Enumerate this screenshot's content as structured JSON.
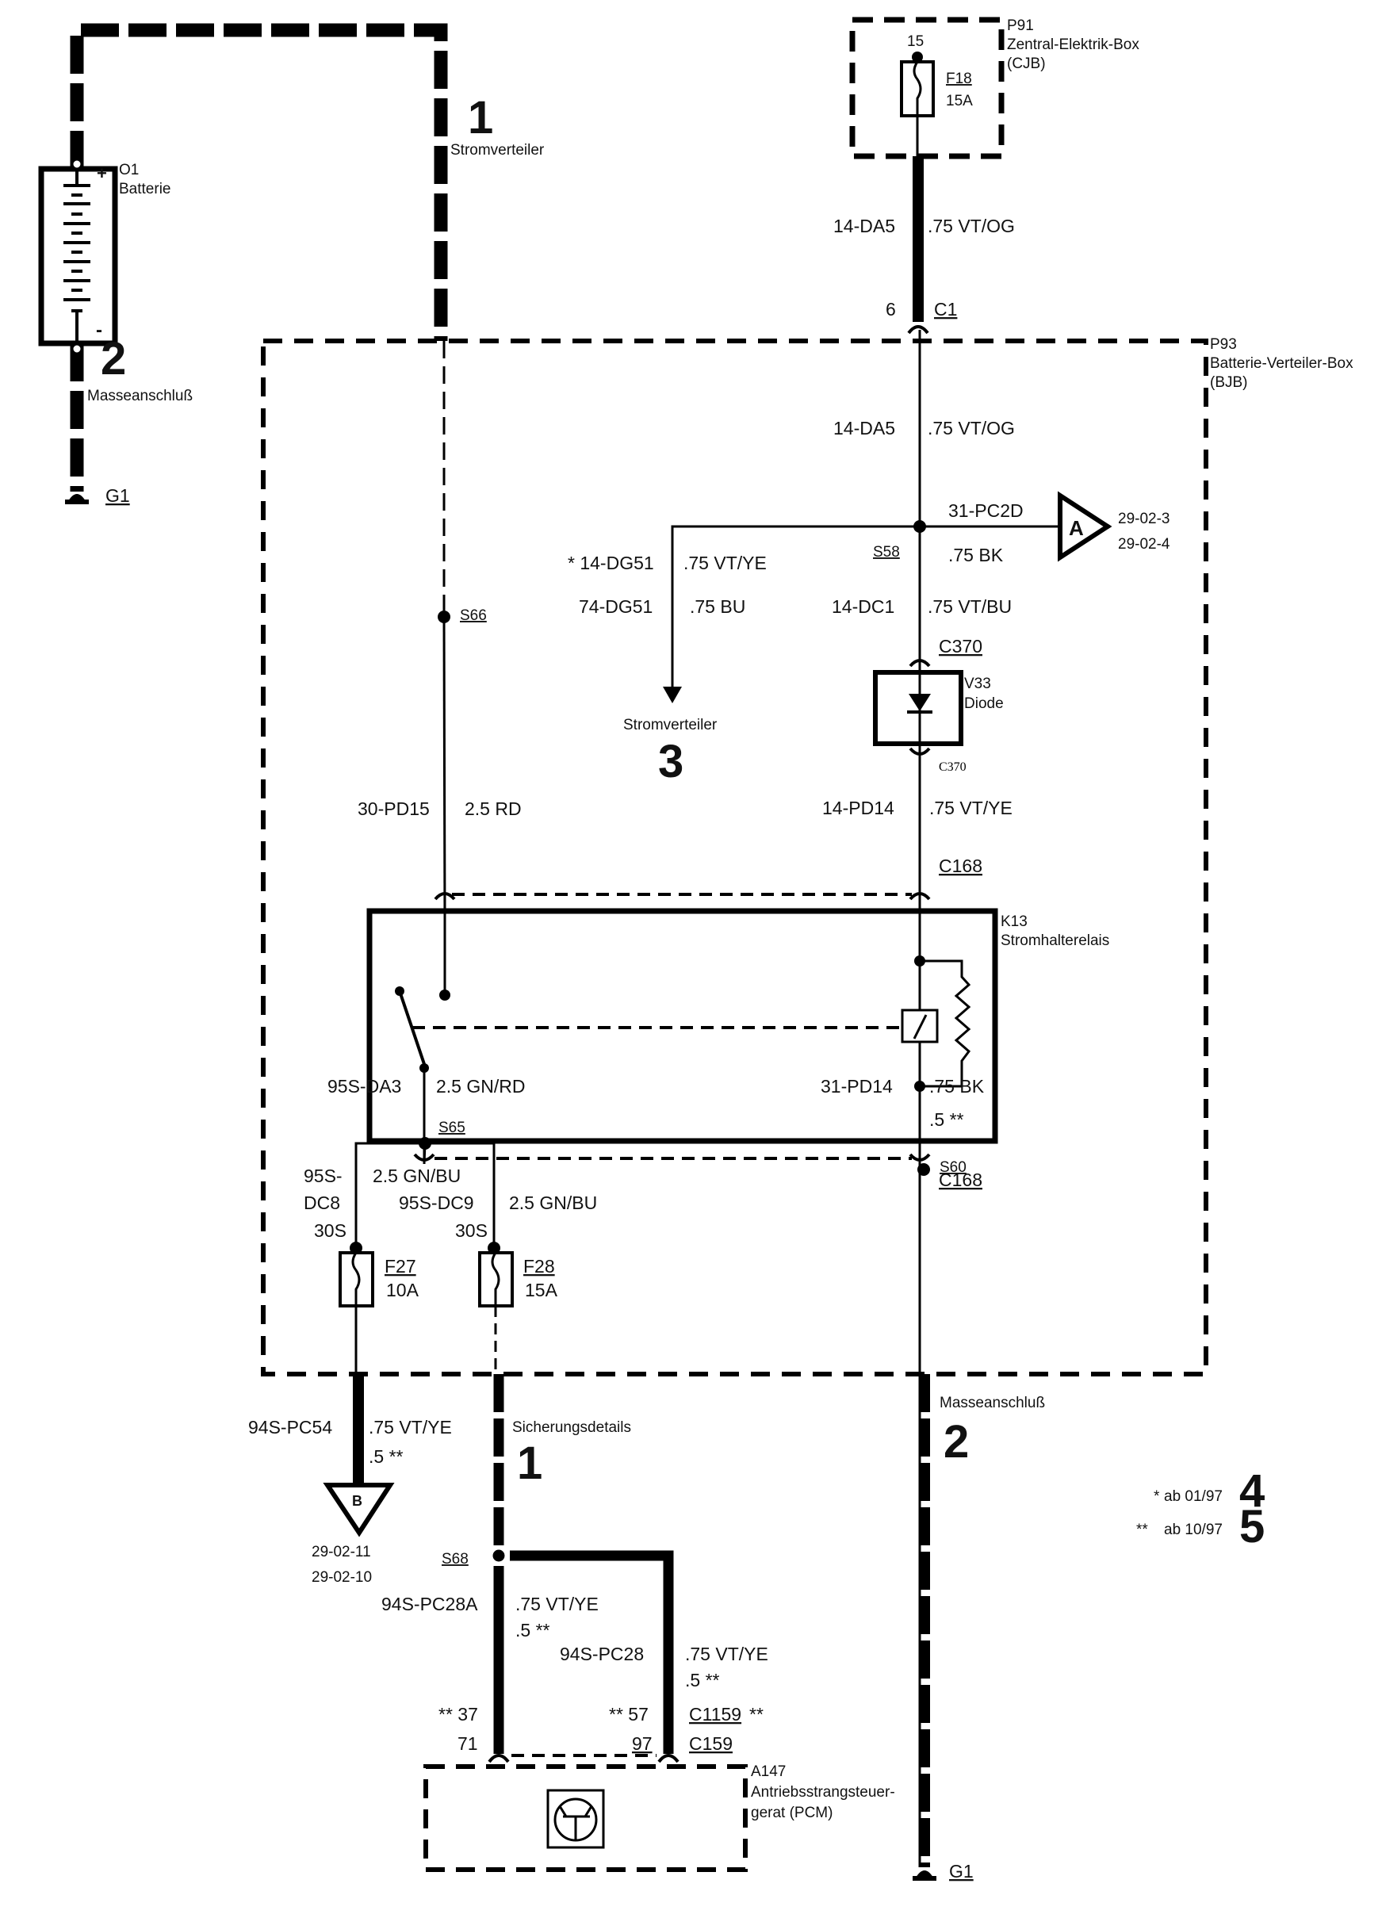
{
  "diagram": {
    "type": "wiring-diagram",
    "language": "de",
    "colors": {
      "ink": "#000000",
      "background": "#ffffff"
    },
    "components": {
      "battery": {
        "id": "O1",
        "name": "Batterie",
        "plus": "+",
        "minus": "-"
      },
      "cjb": {
        "id": "P91",
        "name": "Zentral-Elektrik-Box",
        "abbr": "(CJB)",
        "pin": "15",
        "fuse": {
          "id": "F18",
          "rating": "15A"
        }
      },
      "bjb": {
        "id": "P93",
        "name": "Batterie-Verteiler-Box",
        "abbr": "(BJB)"
      },
      "diode": {
        "id": "V33",
        "name": "Diode"
      },
      "relay": {
        "id": "K13",
        "name": "Stromhalterelais"
      },
      "fuse_f27": {
        "id": "F27",
        "rating": "10A",
        "pin": "30S"
      },
      "fuse_f28": {
        "id": "F28",
        "rating": "15A",
        "pin": "30S"
      },
      "pcm": {
        "id": "A147",
        "name_line1": "Antriebsstrangsteuer-",
        "name_line2": "gerat (PCM)"
      }
    },
    "callouts": {
      "stromverteiler_1": {
        "number": "1",
        "label": "Stromverteiler"
      },
      "masseanschluss_2_top": {
        "number": "2",
        "label": "Masseanschluß"
      },
      "stromverteiler_3": {
        "number": "3",
        "label": "Stromverteiler"
      },
      "sicherungsdetails_1": {
        "number": "1",
        "label": "Sicherungsdetails"
      },
      "masseanschluss_2_bottom": {
        "number": "2",
        "label": "Masseanschluß"
      }
    },
    "grounds": {
      "left": "G1",
      "right": "G1"
    },
    "connectors": {
      "c1": {
        "id": "C1",
        "pin": "6"
      },
      "c370_top": "C370",
      "c370_bottom": "C370",
      "c168_top": "C168",
      "c168_bottom": "C168",
      "c1159": {
        "id": "C1159",
        "marker": "**",
        "pin_left": "** 37",
        "pin_right": "** 57"
      },
      "c159": {
        "id": "C159",
        "pin_left": "71",
        "pin_right": "97"
      }
    },
    "splices": {
      "s58": "S58",
      "s66": "S66",
      "s65": "S65",
      "s60": "S60",
      "s68": "S68"
    },
    "offpage": {
      "a": {
        "letter": "A",
        "ref1": "29-02-3",
        "ref2": "29-02-4"
      },
      "b": {
        "letter": "B",
        "ref1": "29-02-11",
        "ref2": "29-02-10"
      }
    },
    "wires": {
      "w_14da5_top": {
        "circuit": "14-DA5",
        "spec": ".75 VT/OG"
      },
      "w_14da5_bjb": {
        "circuit": "14-DA5",
        "spec": ".75 VT/OG"
      },
      "w_31pc2d": {
        "circuit": "31-PC2D",
        "spec": ".75 BK"
      },
      "w_14dg51": {
        "circuit": "* 14-DG51",
        "spec": ".75 VT/YE"
      },
      "w_74dg51": {
        "circuit": "74-DG51",
        "spec": ".75 BU"
      },
      "w_14dc1": {
        "circuit": "14-DC1",
        "spec": ".75 VT/BU"
      },
      "w_30pd15": {
        "circuit": "30-PD15",
        "spec": "2.5 RD"
      },
      "w_14pd14": {
        "circuit": "14-PD14",
        "spec": ".75 VT/YE"
      },
      "w_95sda3": {
        "circuit": "95S-DA3",
        "spec": "2.5 GN/RD"
      },
      "w_31pd14": {
        "circuit": "31-PD14",
        "spec": ".75 BK",
        "alt": ".5 **"
      },
      "w_95sdc8": {
        "circuit_l1": "95S-",
        "circuit_l2": "DC8",
        "spec": "2.5 GN/BU"
      },
      "w_95sdc9": {
        "circuit": "95S-DC9",
        "spec": "2.5 GN/BU"
      },
      "w_94spc54": {
        "circuit": "94S-PC54",
        "spec": ".75 VT/YE",
        "alt": ".5 **"
      },
      "w_94spc28a": {
        "circuit": "94S-PC28A",
        "spec": ".75 VT/YE",
        "alt": ".5 **"
      },
      "w_94spc28": {
        "circuit": "94S-PC28",
        "spec": ".75 VT/YE",
        "alt": ".5 **"
      }
    },
    "legend": [
      {
        "marker": "*",
        "text": "ab 01/97",
        "number": "4"
      },
      {
        "marker": "**",
        "text": "ab 10/97",
        "number": "5"
      }
    ]
  }
}
